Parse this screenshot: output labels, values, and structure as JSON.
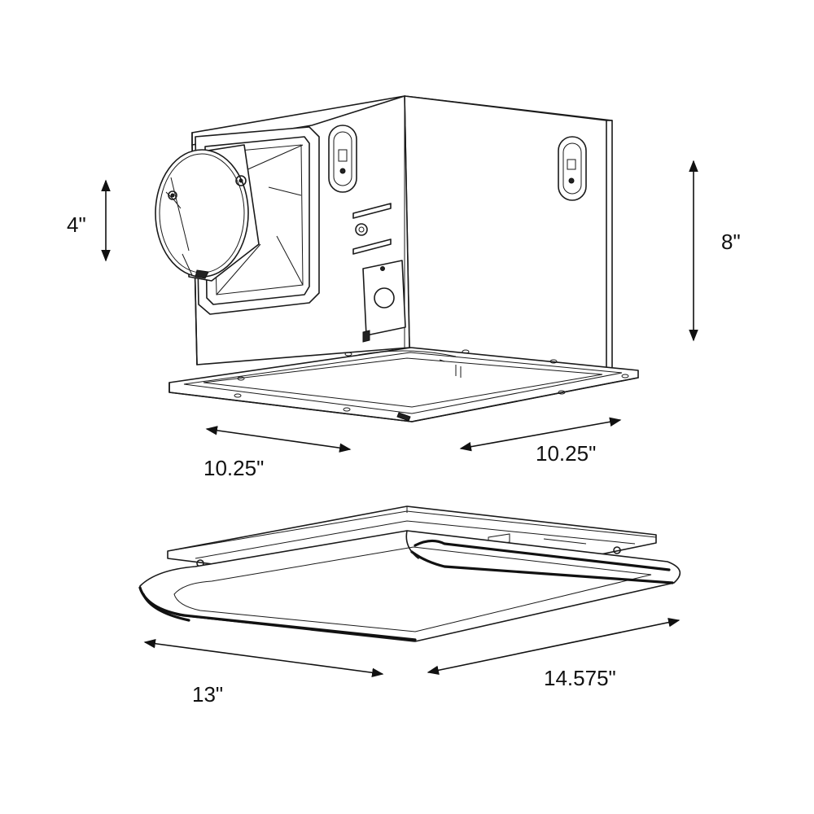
{
  "dimensions": {
    "duct_height": "4\"",
    "housing_height": "8\"",
    "housing_width_left": "10.25\"",
    "housing_width_right": "10.25\"",
    "grille_width_left": "13\"",
    "grille_width_right": "14.575\""
  }
}
